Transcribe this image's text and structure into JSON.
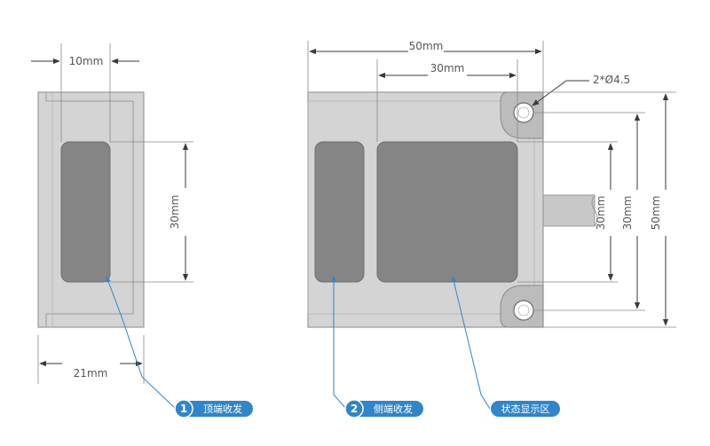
{
  "dimensions": {
    "side_top_width": "10mm",
    "side_window_height": "30mm",
    "side_bottom_width": "21mm",
    "front_total_width": "50mm",
    "front_window_width": "30mm",
    "hole_spec": "2*Ø4.5",
    "front_window_height": "30mm",
    "front_hole_spacing": "30mm",
    "front_total_height": "50mm"
  },
  "callouts": [
    {
      "number": "1",
      "label": "顶端收发"
    },
    {
      "number": "2",
      "label": "侧端收发"
    },
    {
      "number": "",
      "label": "状态显示区"
    }
  ],
  "colors": {
    "body_fill": "#d4d4d4",
    "body_stroke": "#9a9a9a",
    "window_fill": "#858585",
    "leader_blue": "#2f86c9",
    "badge_blue": "#2f86c9"
  }
}
